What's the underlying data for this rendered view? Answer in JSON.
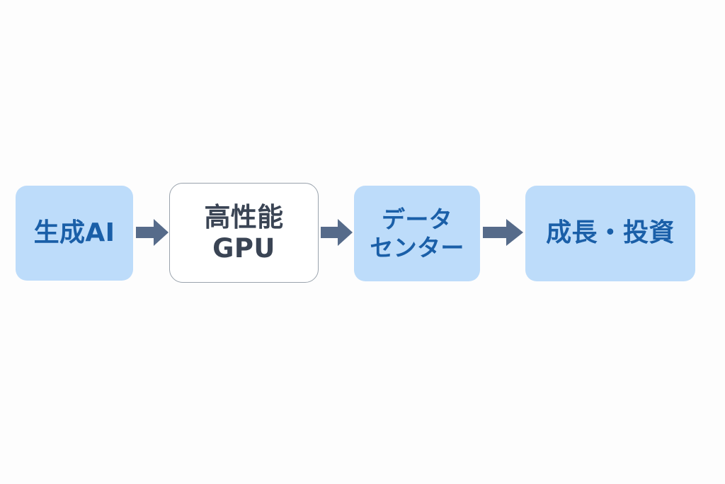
{
  "diagram": {
    "title": "AI value chain flow",
    "background_color": "#fdfdfd",
    "accent_fill": "#bddcfa",
    "accent_text": "#1a5fa8",
    "neutral_text": "#3a4454",
    "arrow_color": "#566b8a",
    "border_color": "#9aa3ad",
    "nodes": [
      {
        "id": "ai",
        "label": "生成AI",
        "style": "filled",
        "fill": "#bddcfa",
        "text_color": "#1a5fa8"
      },
      {
        "id": "gpu",
        "label": "高性能\nGPU",
        "style": "outlined",
        "fill": "#ffffff",
        "text_color": "#3a4454"
      },
      {
        "id": "datacenter",
        "label": "データ\nセンター",
        "style": "filled",
        "fill": "#bddcfa",
        "text_color": "#1a5fa8"
      },
      {
        "id": "growth",
        "label": "成長・投資",
        "style": "filled",
        "fill": "#bddcfa",
        "text_color": "#1a5fa8"
      }
    ],
    "connectors": [
      {
        "id": "arrow-1",
        "from": "ai",
        "to": "gpu",
        "icon": "arrow-right-icon"
      },
      {
        "id": "arrow-2",
        "from": "gpu",
        "to": "datacenter",
        "icon": "arrow-right-icon"
      },
      {
        "id": "arrow-3",
        "from": "datacenter",
        "to": "growth",
        "icon": "arrow-right-icon"
      }
    ]
  }
}
